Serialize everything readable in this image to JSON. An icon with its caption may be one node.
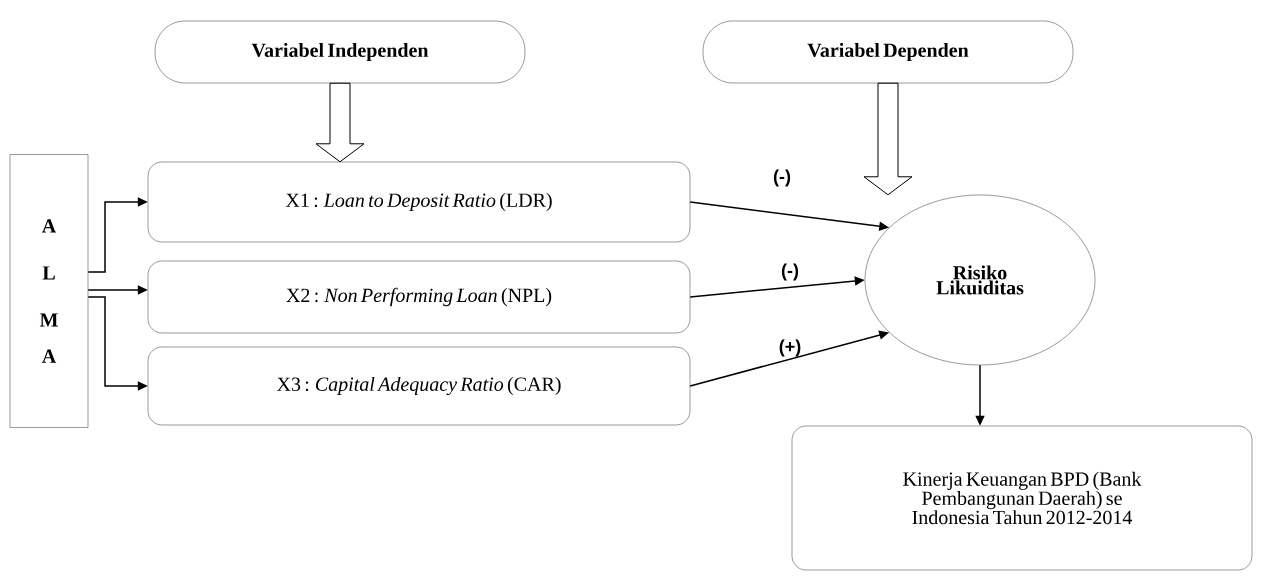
{
  "diagram": {
    "nodes": [
      {
        "text": [
          "Variabel Independen"
        ]
      },
      {
        "text": [
          "Variabel Dependen"
        ]
      },
      {
        "text": [
          "A",
          "L",
          "M",
          "A"
        ]
      },
      {
        "text": [
          "X1 : *Loan to Deposit Ratio* (LDR)"
        ]
      },
      {
        "text": [
          "X2 : *Non Performing Loan* (NPL)"
        ]
      },
      {
        "text": [
          "X3 : *Capital Adequacy Ratio* (CAR)"
        ]
      },
      {
        "text": [
          "Risiko Likuiditas"
        ]
      },
      {
        "text": [
          "Kinerja Keuangan BPD (Bank Pembangunan Daerah) se Indonesia Tahun 2012-2014"
        ]
      }
    ],
    "edges": [
      {
        "from": 0,
        "to": 3,
        "arrow": "to",
        "style": "thick"
      },
      {
        "from": 1,
        "to": 6,
        "arrow": "to",
        "style": "thick"
      },
      {
        "from": 2,
        "to": 3,
        "arrow": "to"
      },
      {
        "from": 2,
        "to": 4,
        "arrow": "to"
      },
      {
        "from": 2,
        "to": 5,
        "arrow": "to"
      },
      {
        "from": 3,
        "to": 6,
        "arrow": "to",
        "label": "(-)"
      },
      {
        "from": 4,
        "to": 6,
        "arrow": "to",
        "label": "(-)"
      },
      {
        "from": 5,
        "to": 6,
        "arrow": "to",
        "label": "(+)"
      },
      {
        "from": 6,
        "to": 7,
        "arrow": "to"
      }
    ]
  }
}
